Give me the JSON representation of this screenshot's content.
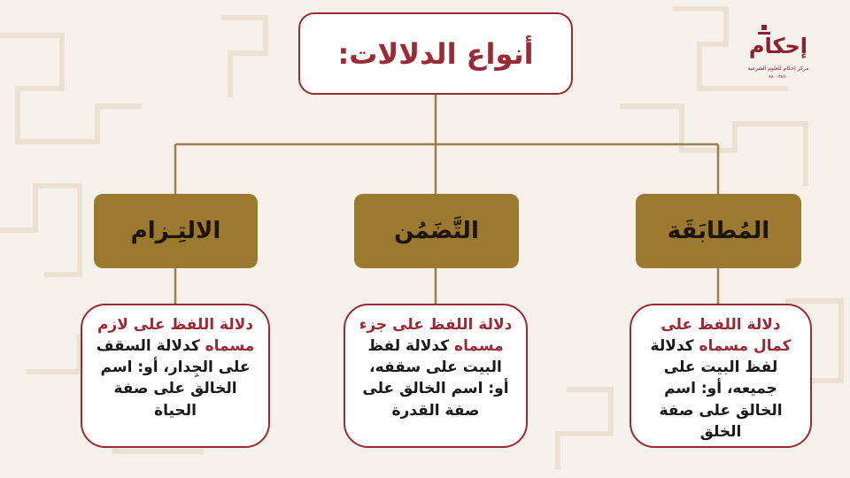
{
  "title": "أنواع الدلالات:",
  "logo": {
    "word": "إحكام",
    "subtitle": "مركز إحكام للعلوم الشرعية",
    "number": "٨٨٠٠٢٨٥٠"
  },
  "categories": [
    {
      "name": "المُطابَقَة",
      "highlight": "دلالة اللفظ على كمال مسماه",
      "rest": "كدلالة لفظ البيت على جميعه، أو: اسم الخالق على صفة الخلق"
    },
    {
      "name": "التَّضَمُن",
      "highlight": "دلالة اللفظ على جزء مسماه",
      "rest": "كدلالة لفظ البيت على سقفه، أو: اسم الخالق على صفة القدرة"
    },
    {
      "name": "الالتِـزام",
      "highlight": "دلالة اللفظ على لازم مسماه",
      "rest": "كدلالة السقف على الجِدار، أو: اسم الخالق على صفة الحياة"
    }
  ],
  "colors": {
    "accent": "#9b2a37",
    "gold": "#9b7a2f",
    "line": "#a07e4a",
    "background": "#f6f1ea"
  }
}
